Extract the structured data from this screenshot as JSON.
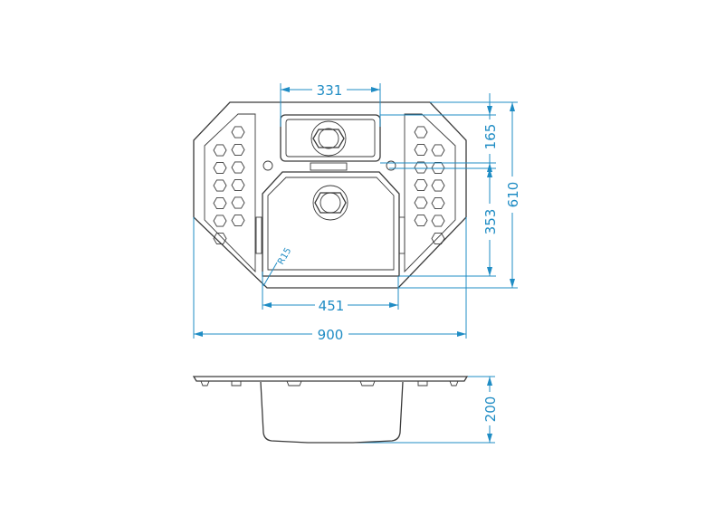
{
  "drawing": {
    "colors": {
      "dimension": "#1f8cc4",
      "outline": "#3a3a3a"
    },
    "dimensions": {
      "small_bowl_width": "331",
      "main_bowl_width": "451",
      "overall_width": "900",
      "small_bowl_depth": "165",
      "main_bowl_depth": "353",
      "overall_depth": "610",
      "bowl_height": "200",
      "corner_radius": "R15"
    }
  }
}
